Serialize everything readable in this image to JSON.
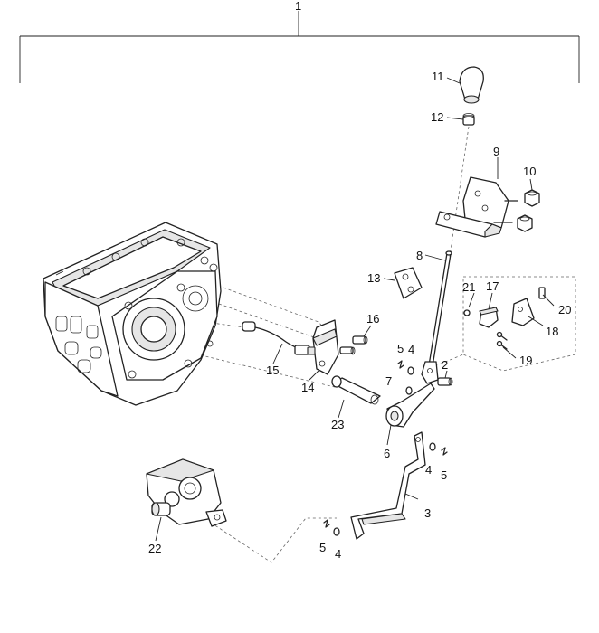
{
  "callouts": {
    "c1": "1",
    "c2": "2",
    "c3": "3",
    "c4a": "4",
    "c4b": "4",
    "c4c": "4",
    "c5a": "5",
    "c5b": "5",
    "c5c": "5",
    "c6": "6",
    "c7": "7",
    "c8": "8",
    "c9": "9",
    "c10": "10",
    "c11": "11",
    "c12": "12",
    "c13": "13",
    "c14": "14",
    "c15": "15",
    "c16": "16",
    "c17": "17",
    "c18": "18",
    "c19": "19",
    "c20": "20",
    "c21": "21",
    "c22": "22",
    "c23": "23"
  }
}
